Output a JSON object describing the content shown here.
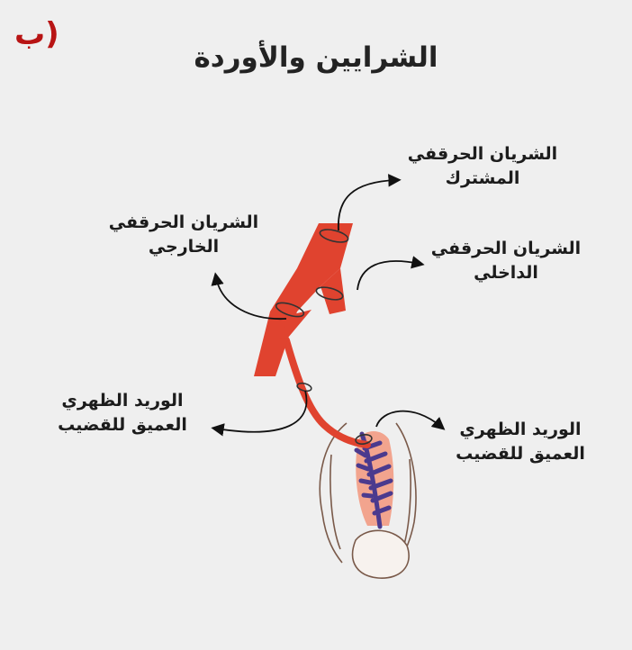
{
  "part_letter": "(ب",
  "title": "الشرايين والأوردة",
  "labels": {
    "common_iliac": {
      "line1": "الشريان الحرقفي",
      "line2": "المشترك"
    },
    "external_iliac": {
      "line1": "الشريان الحرقفي",
      "line2": "الخارجي"
    },
    "internal_iliac": {
      "line1": "الشريان الحرقفي",
      "line2": "الداخلي"
    },
    "deep_dorsal_vein_left": {
      "line1": "الوريد الظهري",
      "line2": "العميق للقضيب"
    },
    "deep_dorsal_vein_right": {
      "line1": "الوريد الظهري",
      "line2": "العميق للقضيب"
    }
  },
  "colors": {
    "artery": "#e0432f",
    "vein": "#4b3a8e",
    "tissue": "#f2a48e",
    "accent": "#b81414"
  }
}
